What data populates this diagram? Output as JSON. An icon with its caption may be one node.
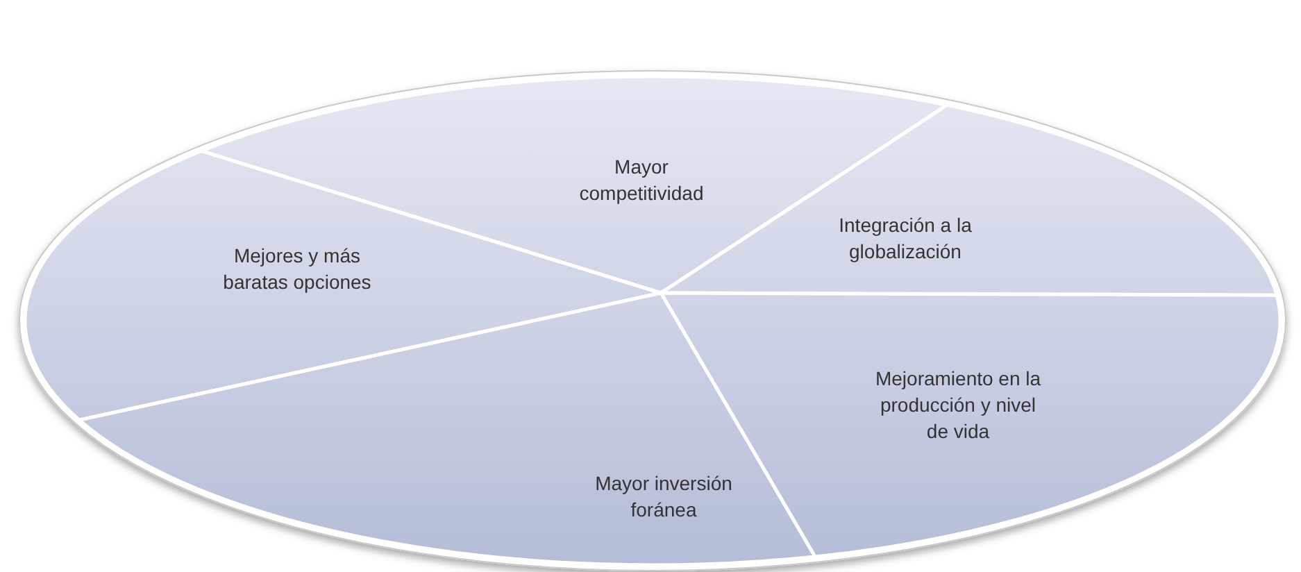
{
  "diagram": {
    "nodes": [
      {
        "text": [
          "Mayor competitividad"
        ]
      },
      {
        "text": [
          "Integración a la globalización"
        ]
      },
      {
        "text": [
          "Mejores y más baratas opciones"
        ]
      },
      {
        "text": [
          "Mejoramiento en la producción y nivel de vida"
        ]
      },
      {
        "text": [
          "Mayor inversión foránea"
        ]
      }
    ]
  }
}
